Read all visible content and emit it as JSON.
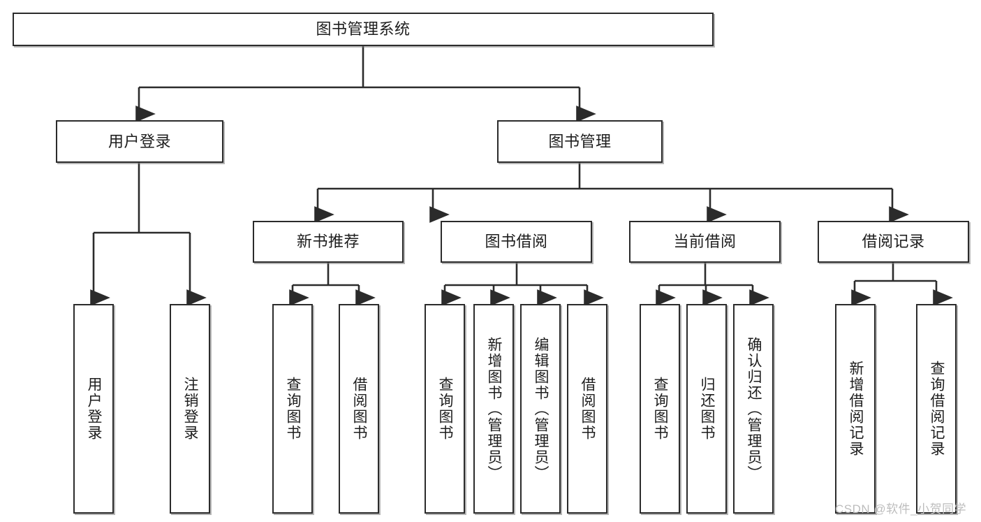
{
  "diagram": {
    "type": "tree-hierarchy-chart",
    "title": "图书管理系统",
    "line_color": "#2b2b2b",
    "box_fill": "#ffffff",
    "text_color": "#1d1d1d",
    "watermark": "CSDN @软件_小贺同学",
    "nodes": {
      "root": {
        "label": "图书管理系统"
      },
      "user_login": {
        "label": "用户登录"
      },
      "book_manage": {
        "label": "图书管理"
      },
      "new_book_rec": {
        "label": "新书推荐"
      },
      "book_borrow": {
        "label": "图书借阅"
      },
      "current_borrow": {
        "label": "当前借阅"
      },
      "borrow_record": {
        "label": "借阅记录"
      },
      "leaf_user_login": {
        "label": "用户登录"
      },
      "leaf_user_logout": {
        "label": "注销登录"
      },
      "leaf_query_book_1": {
        "label": "查询图书"
      },
      "leaf_borrow_book_1": {
        "label": "借阅图书"
      },
      "leaf_query_book_2": {
        "label": "查询图书"
      },
      "leaf_add_book_admin": {
        "label": "新增图书（管理员）"
      },
      "leaf_edit_book_admin": {
        "label": "编辑图书（管理员）"
      },
      "leaf_borrow_book_2": {
        "label": "借阅图书"
      },
      "leaf_query_book_3": {
        "label": "查询图书"
      },
      "leaf_return_book": {
        "label": "归还图书"
      },
      "leaf_confirm_return_admin": {
        "label": "确认归还（管理员）"
      },
      "leaf_add_record": {
        "label": "新增借阅记录"
      },
      "leaf_query_record": {
        "label": "查询借阅记录"
      }
    }
  }
}
